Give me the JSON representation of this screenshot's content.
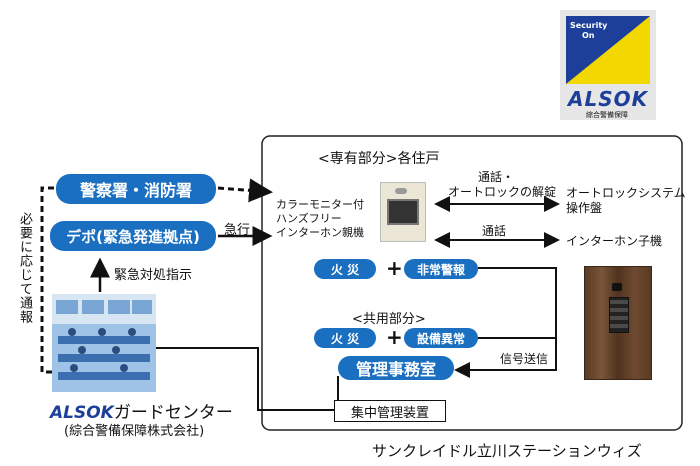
{
  "logo": {
    "badge_line1": "Security",
    "badge_line2": "On",
    "brand": "ALSOK",
    "brand_sub": "綜合警備保障"
  },
  "left": {
    "police_fire": "警察署・消防署",
    "depot": "デポ(緊急発進拠点)",
    "vertical_note": "必要に応じて通報",
    "emergency_instruction": "緊急対処指示",
    "dispatch_label": "急行",
    "center_brand": "ALSOK",
    "center_name": "ガードセンター",
    "center_company": "(綜合警備保障株式会社)"
  },
  "panel": {
    "private_header": "<専有部分>各住戸",
    "unit_label": [
      "カラーモニター付",
      "ハンズフリー",
      "インターホン親機"
    ],
    "call_unlock": [
      "通話・",
      "オートロックの解錠"
    ],
    "autolock_panel": [
      "オートロックシステム",
      "操作盤"
    ],
    "call": "通話",
    "intercom_sub": "インターホン子機",
    "fire1": "火 災",
    "emergency_alarm": "非常警報",
    "shared_header": "<共用部分>",
    "fire2": "火 災",
    "equipment_fault": "設備異常",
    "signal_send": "信号送信",
    "mgmt_office": "管理事務室",
    "central_system": "集中管理装置",
    "plus": "+"
  },
  "footer": {
    "building_name": "サンクレイドル立川ステーションウィズ"
  },
  "colors": {
    "accent_blue": "#1a6fc0",
    "alsok_blue": "#1d3f9a",
    "logo_yellow": "#f2d700"
  }
}
